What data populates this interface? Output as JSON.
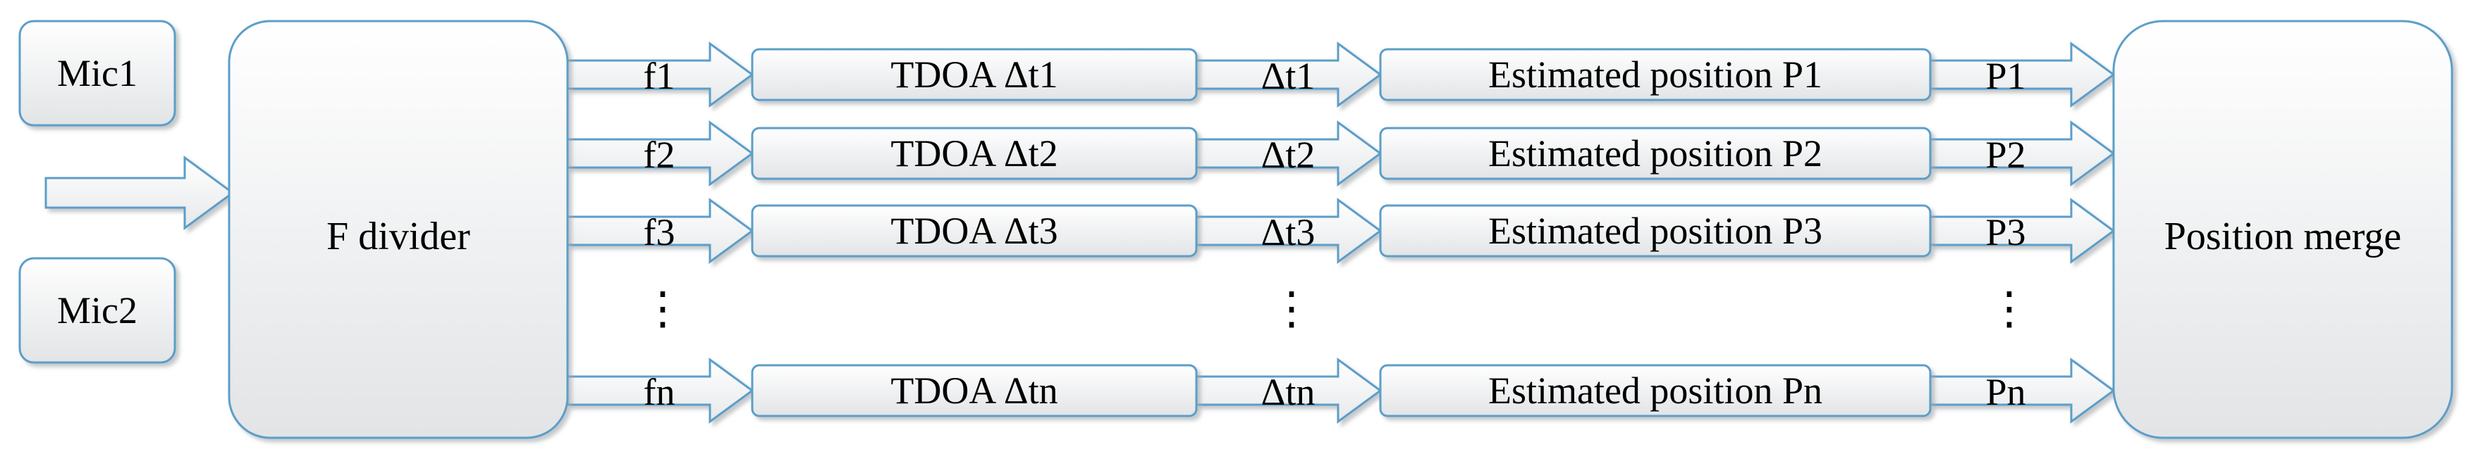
{
  "inputs": {
    "mic1": "Mic1",
    "mic2": "Mic2"
  },
  "divider": {
    "label": "F divider"
  },
  "merge": {
    "label": "Position merge"
  },
  "ellipsis": "⋮",
  "rows": [
    {
      "freq": "f1",
      "tdoa": "TDOA Δt1",
      "dt": "Δt1",
      "estimate": "Estimated position P1",
      "pos": "P1"
    },
    {
      "freq": "f2",
      "tdoa": "TDOA Δt2",
      "dt": "Δt2",
      "estimate": "Estimated position P2",
      "pos": "P2"
    },
    {
      "freq": "f3",
      "tdoa": "TDOA Δt3",
      "dt": "Δt3",
      "estimate": "Estimated position P3",
      "pos": "P3"
    },
    {
      "freq": "fn",
      "tdoa": "TDOA Δtn",
      "dt": "Δtn",
      "estimate": "Estimated position Pn",
      "pos": "Pn"
    }
  ]
}
